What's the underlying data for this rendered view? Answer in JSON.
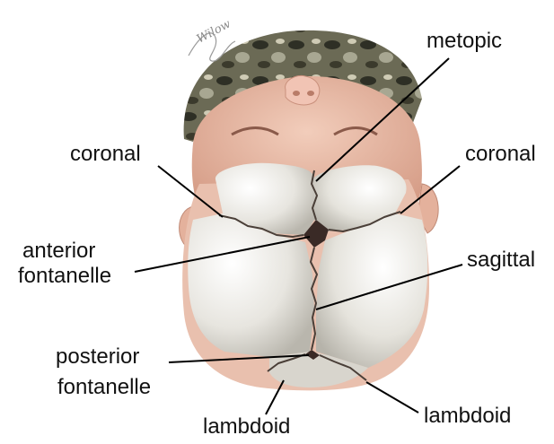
{
  "labels": {
    "metopic": "metopic",
    "coronal_left": "coronal",
    "coronal_right": "coronal",
    "anterior_fontanelle_line1": "anterior",
    "anterior_fontanelle_line2": "fontanelle",
    "sagittal": "sagittal",
    "posterior_fontanelle_line1": "posterior",
    "posterior_fontanelle_line2": "fontanelle",
    "lambdoid_left": "lambdoid",
    "lambdoid_right": "lambdoid"
  },
  "signature": "Wilow",
  "colors": {
    "bone": "#e4e2dc",
    "skin": "#e6b8a4",
    "hat": "#6e6a58",
    "suture": "#4a3f38",
    "fontanelle": "#3a2a26",
    "leader": "#000000"
  }
}
